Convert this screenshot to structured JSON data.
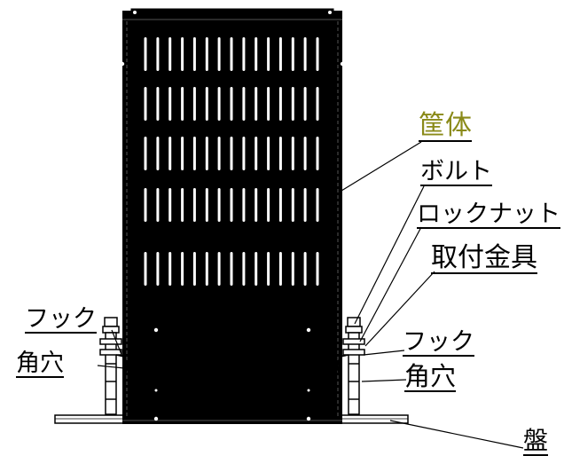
{
  "colors": {
    "enclosure_label": "#8a8a18",
    "line": "#000000",
    "body": "#000000",
    "slot": "#ffffff"
  },
  "labels": {
    "enclosure": "筐体",
    "bolt": "ボルト",
    "locknut": "ロックナット",
    "bracket": "取付金具",
    "hook_left": "フック",
    "square_hole_left": "角穴",
    "hook_right": "フック",
    "square_hole_right": "角穴",
    "panel": "盤"
  }
}
